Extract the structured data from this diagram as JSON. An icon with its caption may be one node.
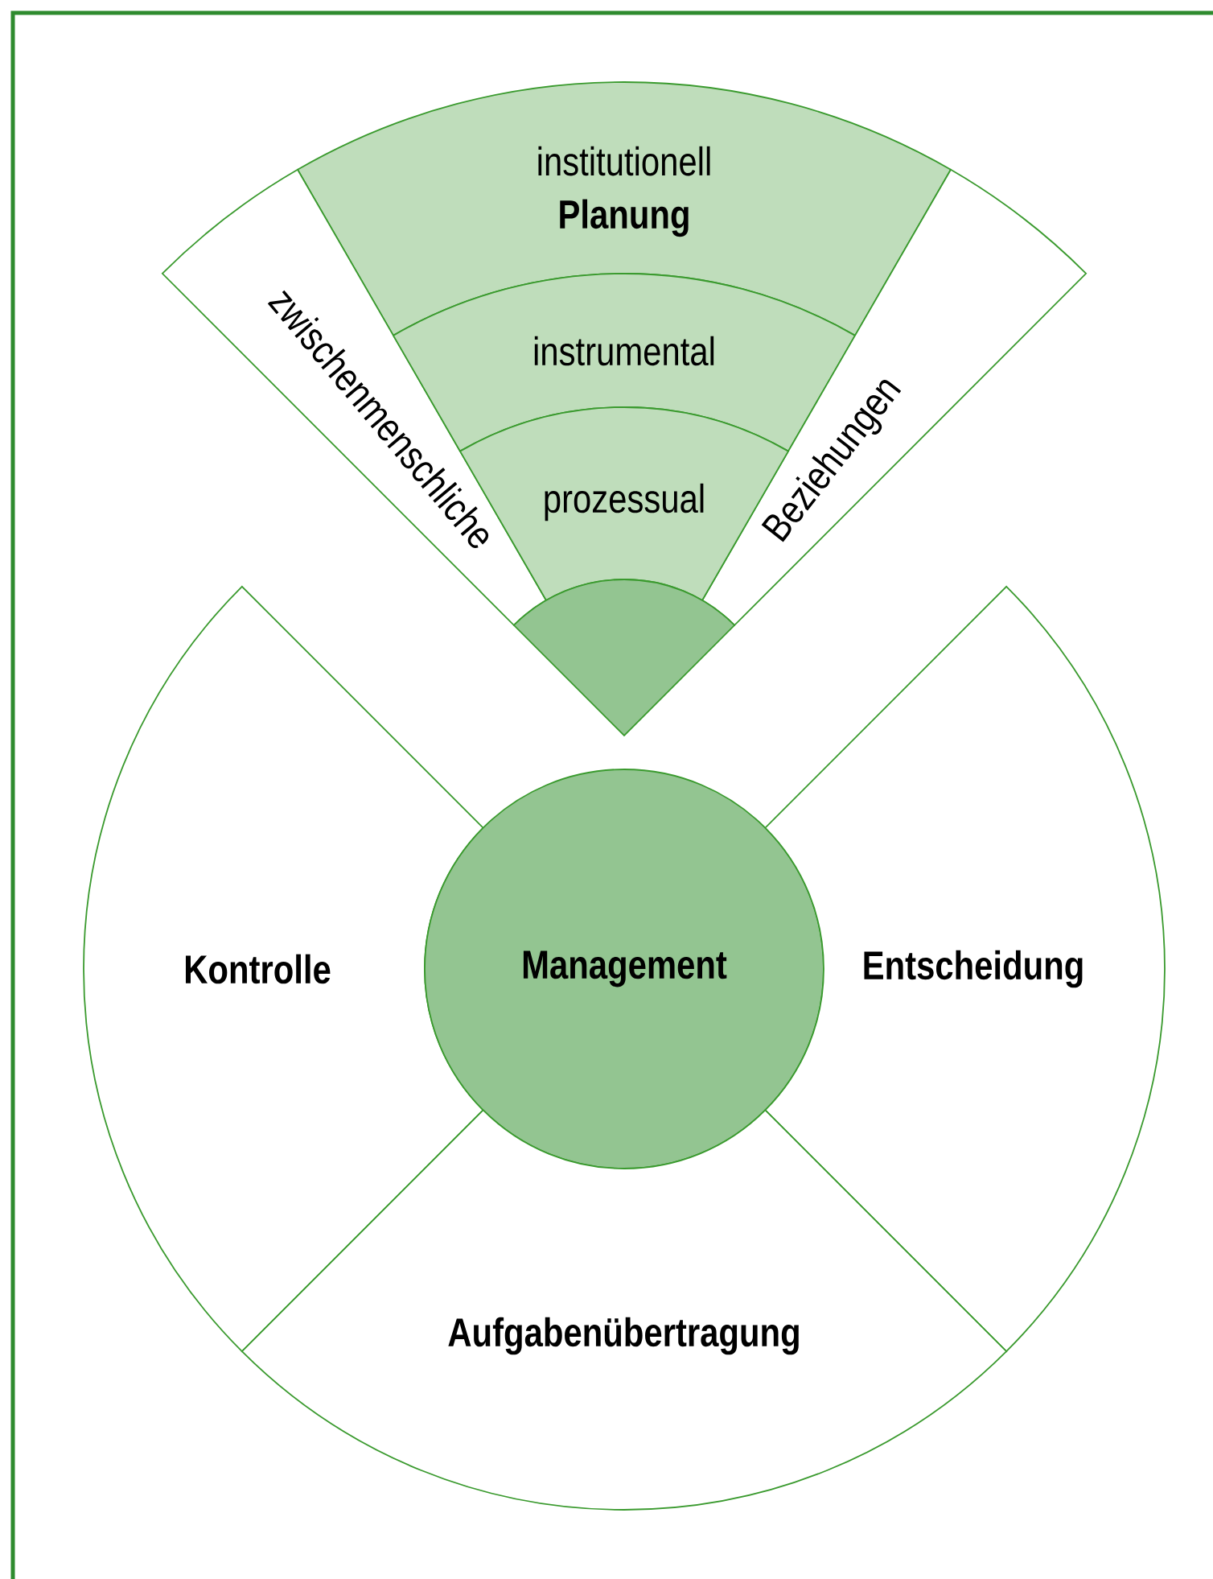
{
  "diagram": {
    "nodes": [
      {
        "text": [
          "institutionell",
          "Planung"
        ]
      },
      {
        "text": [
          "zwischenmenschliche"
        ]
      },
      {
        "text": [
          "instrumental"
        ]
      },
      {
        "text": [
          "Beziehungen"
        ]
      },
      {
        "text": [
          "prozessual"
        ]
      },
      {
        "text": [],
        "shape": "sector"
      },
      {
        "text": [
          "Kontrolle"
        ]
      },
      {
        "text": [
          "Management"
        ]
      },
      {
        "text": [
          "Entscheidung"
        ]
      },
      {
        "text": [
          "Aufgabenübertragung"
        ]
      }
    ]
  }
}
